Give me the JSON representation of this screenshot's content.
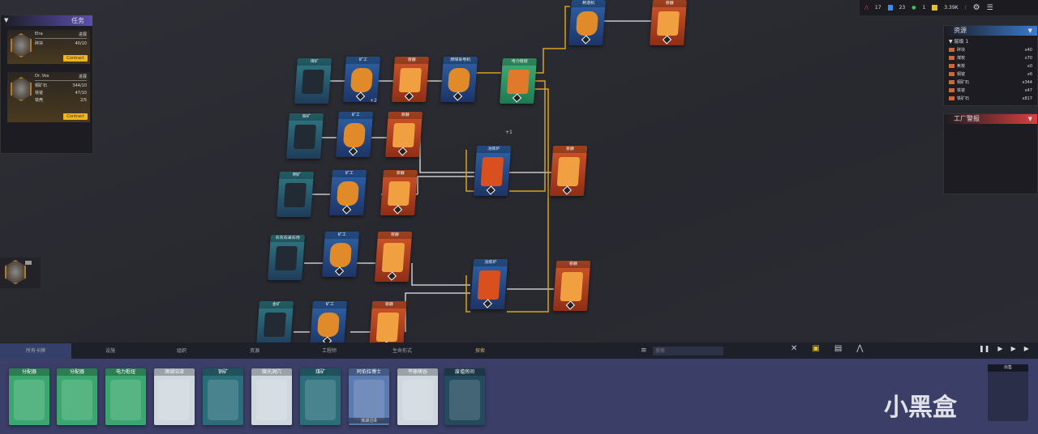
{
  "top_bar": {
    "research_count": "17",
    "cards_count": "23",
    "workers_count": "1",
    "money": "3.39K",
    "colors": {
      "research": "#d6338c",
      "cards": "#3a8ef0",
      "workers": "#2ecc55",
      "money": "#e6c020"
    }
  },
  "tasks": {
    "title": "任务",
    "items": [
      {
        "name": "Elra",
        "status": "进展",
        "reqs": [
          {
            "item": "碎块",
            "value": "40/10"
          }
        ],
        "button": "Contract"
      },
      {
        "name": "Dr. Vos",
        "status": "进展",
        "reqs": [
          {
            "item": "铜矿石",
            "value": "344/10"
          },
          {
            "item": "铁锭",
            "value": "47/10"
          },
          {
            "item": "铁壳",
            "value": "2/5"
          }
        ],
        "button": "Contract"
      }
    ]
  },
  "resources": {
    "title": "资源",
    "group": "层级 1",
    "items": [
      {
        "name": "碎块",
        "count": "x40"
      },
      {
        "name": "煤炭",
        "count": "x70"
      },
      {
        "name": "焦炭",
        "count": "x0"
      },
      {
        "name": "铜锭",
        "count": "x6"
      },
      {
        "name": "铜矿石",
        "count": "x344"
      },
      {
        "name": "铁锭",
        "count": "x47"
      },
      {
        "name": "铁矿石",
        "count": "x817"
      }
    ]
  },
  "alerts": {
    "title": "工厂警报"
  },
  "nodes": [
    {
      "label": "煤矿",
      "type": "ore"
    },
    {
      "label": "矿工",
      "type": "miner"
    },
    {
      "label": "容器",
      "type": "cont"
    },
    {
      "label": "燃煤发电机",
      "type": "gen"
    },
    {
      "label": "电力枢纽",
      "type": "hub"
    },
    {
      "label": "制造机",
      "type": "miner"
    },
    {
      "label": "容器",
      "type": "cont"
    },
    {
      "label": "铁矿",
      "type": "ore"
    },
    {
      "label": "矿工",
      "type": "miner"
    },
    {
      "label": "容器",
      "type": "cont"
    },
    {
      "label": "铜矿",
      "type": "ore"
    },
    {
      "label": "矿工",
      "type": "miner"
    },
    {
      "label": "容器",
      "type": "cont"
    },
    {
      "label": "冶炼炉",
      "type": "smelt"
    },
    {
      "label": "容器",
      "type": "cont"
    },
    {
      "label": "石灰石采石场",
      "type": "ore"
    },
    {
      "label": "矿工",
      "type": "miner"
    },
    {
      "label": "容器",
      "type": "cont"
    },
    {
      "label": "冶炼炉",
      "type": "smelt"
    },
    {
      "label": "容器",
      "type": "cont"
    },
    {
      "label": "金矿",
      "type": "ore"
    },
    {
      "label": "矿工",
      "type": "miner"
    },
    {
      "label": "容器",
      "type": "cont"
    }
  ],
  "floating_text": {
    "a": "+2",
    "b": "+1"
  },
  "tabs": [
    "所有卡牌",
    "设施",
    "组织",
    "资源",
    "工程师",
    "生命形式",
    "探索"
  ],
  "search": {
    "placeholder": "搜索"
  },
  "hand": [
    {
      "label": "分配器",
      "style": "g"
    },
    {
      "label": "分配器",
      "style": "g"
    },
    {
      "label": "电力枢纽",
      "style": "g"
    },
    {
      "label": "濒湖沼泽",
      "style": "snow"
    },
    {
      "label": "铜矿",
      "style": "tl"
    },
    {
      "label": "微光洞穴",
      "style": "snow"
    },
    {
      "label": "煤矿",
      "style": "tl"
    },
    {
      "label": "阿伯拉博士",
      "style": "bl",
      "sub": "濒湖沼泽"
    },
    {
      "label": "平原峡谷",
      "style": "snow"
    },
    {
      "label": "废墟房间",
      "style": "dk"
    }
  ],
  "sell": {
    "label": "出售"
  },
  "watermark": "小黑盒"
}
